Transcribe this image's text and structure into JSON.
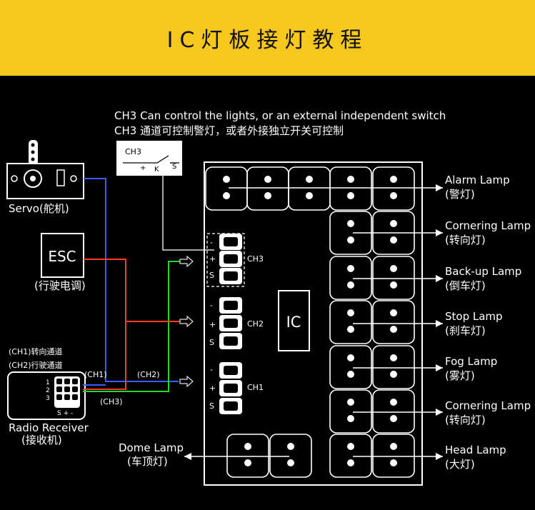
{
  "title": "IC灯板接灯教程",
  "ch3_note_en": "CH3 Can control the lights, or an external independent switch",
  "ch3_note_cn": "CH3 通道可控制警灯，或者外接独立开关可控制",
  "switch_box": {
    "label": "CH3",
    "plus": "+",
    "k": "K",
    "s": "S"
  },
  "servo_label": "Servo(舵机)",
  "esc": {
    "label": "ESC",
    "caption": "(行驶电调)"
  },
  "receiver": {
    "ch1_note": "(CH1)转向通道",
    "ch2_note": "(CH2)行驶通道",
    "row_nums": [
      "1",
      "2",
      "3"
    ],
    "pins": "S + -",
    "label_en": "Radio Receiver",
    "label_cn": "(接收机)"
  },
  "wire_labels": {
    "ch1": "(CH1)",
    "ch2": "(CH2)",
    "ch3": "(CH3)"
  },
  "ic_label": "IC",
  "channels": [
    {
      "name": "CH3",
      "minus": "-",
      "plus": "+",
      "s": "S"
    },
    {
      "name": "CH2",
      "minus": "-",
      "plus": "+",
      "s": "S"
    },
    {
      "name": "CH1",
      "minus": "-",
      "plus": "+",
      "s": "S"
    }
  ],
  "lamps": [
    {
      "en": "Alarm Lamp",
      "cn": "(警灯)"
    },
    {
      "en": "Cornering Lamp",
      "cn": "(转向灯)"
    },
    {
      "en": "Back-up Lamp",
      "cn": "(倒车灯)"
    },
    {
      "en": "Stop Lamp",
      "cn": "(刹车灯)"
    },
    {
      "en": "Fog Lamp",
      "cn": "(雾灯)"
    },
    {
      "en": "Cornering Lamp",
      "cn": "(转向灯)"
    },
    {
      "en": "Head Lamp",
      "cn": "(大灯)"
    }
  ],
  "dome_lamp": {
    "en": "Dome Lamp",
    "cn": "(车顶灯)"
  },
  "colors": {
    "banner": "#f6c71c",
    "ch1_wire": "#3a5bff",
    "ch2_wire": "#ff3b30",
    "ch3_wire": "#2fd12f"
  }
}
